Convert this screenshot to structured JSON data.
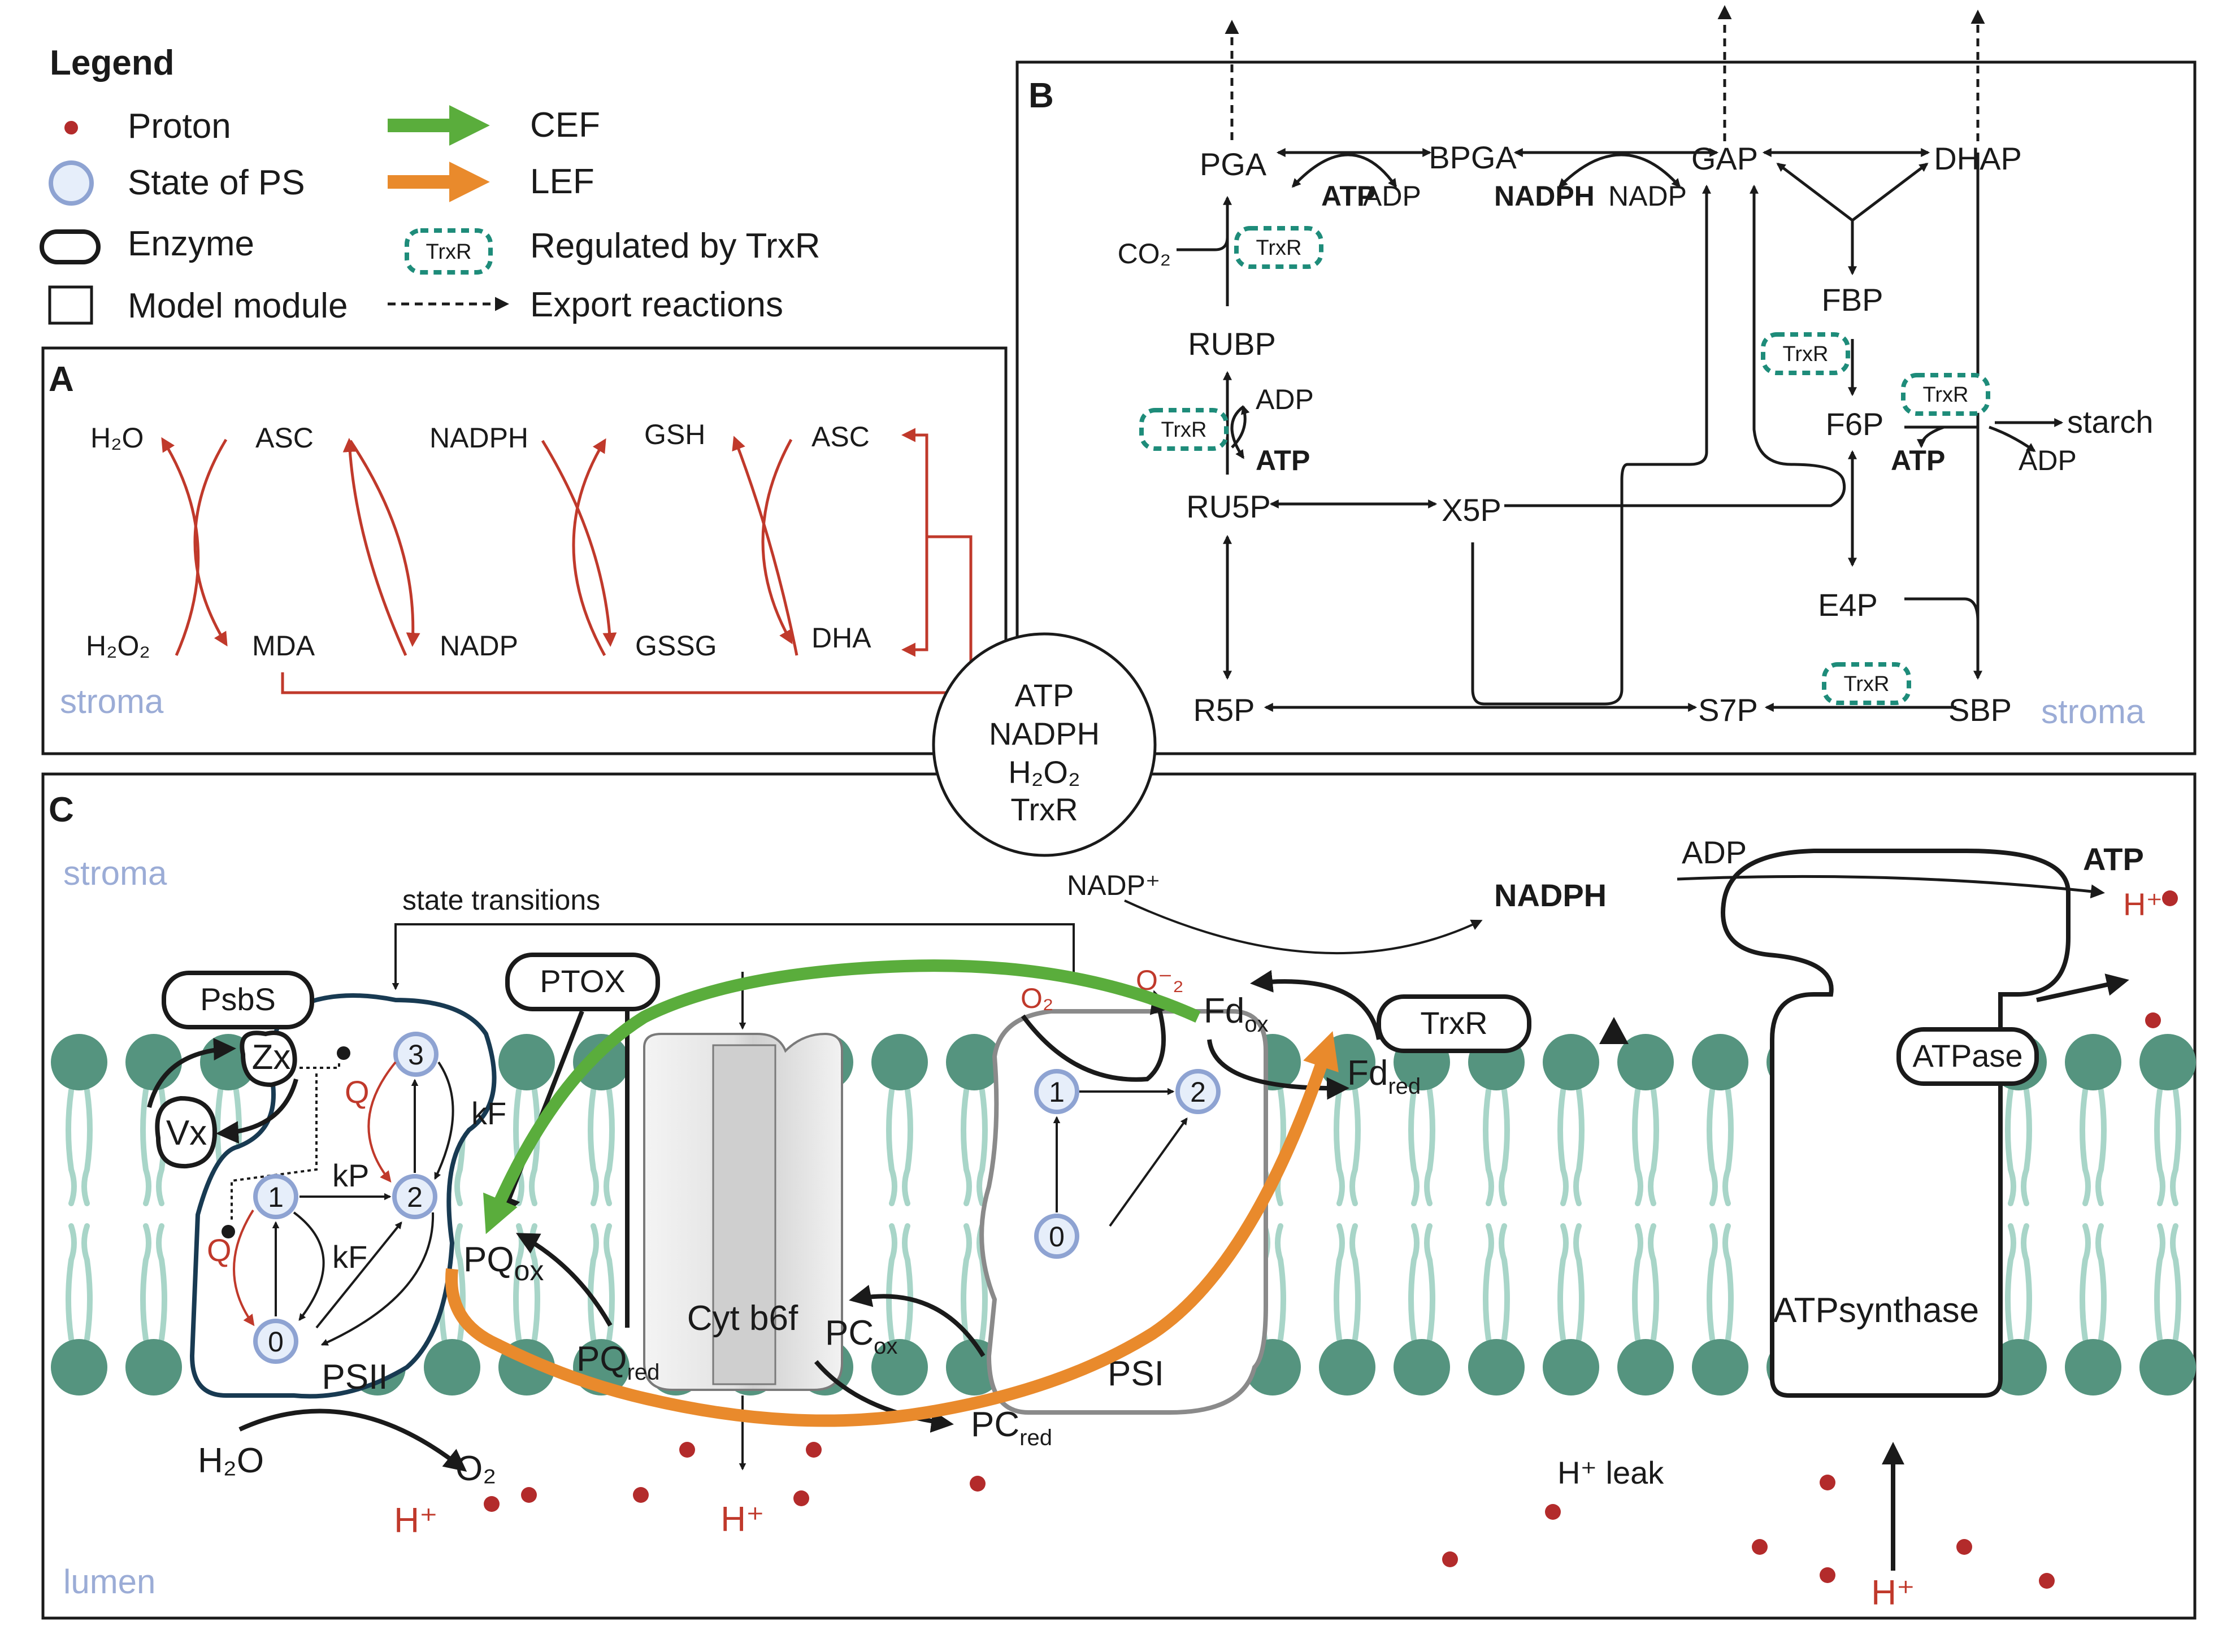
{
  "legend": {
    "title": "Legend",
    "items": [
      {
        "key": "proton",
        "label": "Proton"
      },
      {
        "key": "state",
        "label": "State of PS"
      },
      {
        "key": "enzyme",
        "label": "Enzyme"
      },
      {
        "key": "module",
        "label": "Model module"
      },
      {
        "key": "cef",
        "label": "CEF"
      },
      {
        "key": "lef",
        "label": "LEF"
      },
      {
        "key": "trxr",
        "label": "Regulated by TrxR",
        "badge": "TrxR"
      },
      {
        "key": "export",
        "label": "Export reactions"
      }
    ]
  },
  "colors": {
    "cef": "#5aad3c",
    "lef": "#e98a2c",
    "proton": "#b32b2b",
    "red_arrow": "#c0392b",
    "trxr": "#1e8c7a",
    "membrane_head": "#55947f",
    "membrane_tail": "#a8d5c8",
    "state_fill": "#e6eefa",
    "state_stroke": "#8ea3d2",
    "region_text": "#9bacd6",
    "psii_outline": "#183a52"
  },
  "shared_pool": [
    "ATP",
    "NADPH",
    "H₂O₂",
    "TrxR"
  ],
  "panel_a": {
    "letter": "A",
    "region": "stroma",
    "pairs": [
      {
        "top_left": "H₂O",
        "top_right": "ASC",
        "bottom_left": "H₂O₂",
        "bottom_right": "MDA"
      },
      {
        "top_left": "",
        "top_right": "NADPH",
        "bottom_left": "",
        "bottom_right": "NADP"
      },
      {
        "top_left": "",
        "top_right": "GSH",
        "bottom_left": "",
        "bottom_right": "GSSG"
      },
      {
        "top_left": "",
        "top_right": "ASC",
        "bottom_left": "",
        "bottom_right": "DHA"
      }
    ]
  },
  "panel_b": {
    "letter": "B",
    "region": "stroma",
    "metabolites": {
      "pga": "PGA",
      "bpga": "BPGA",
      "gap": "GAP",
      "dhap": "DHAP",
      "co2": "CO₂",
      "rubp": "RUBP",
      "ru5p": "RU5P",
      "x5p": "X5P",
      "r5p": "R5P",
      "s7p": "S7P",
      "sbp": "SBP",
      "fbp": "FBP",
      "f6p": "F6P",
      "e4p": "E4P",
      "starch": "starch"
    },
    "cofactors": {
      "atp1": "ATP",
      "adp1": "ADP",
      "nadph": "NADPH",
      "nadp": "NADP",
      "adp_rubp": "ADP",
      "atp_rubp": "ATP",
      "atp_f6p": "ATP",
      "adp_f6p": "ADP"
    },
    "trxr_badge": "TrxR"
  },
  "panel_c": {
    "letter": "C",
    "region_top": "stroma",
    "region_bottom": "lumen",
    "labels": {
      "state_transitions": "state transitions",
      "psbs": "PsbS",
      "ptox": "PTOX",
      "trxr": "TrxR",
      "atpase": "ATPase",
      "zx": "Zx",
      "vx": "Vx",
      "psii": "PSII",
      "psi": "PSI",
      "cytb6f": "Cyt b6f",
      "atpsynthase": "ATPsynthase",
      "pq_ox": "PQ",
      "pq_ox_sub": "ox",
      "pq_red": "PQ",
      "pq_red_sub": "red",
      "pc_ox": "PC",
      "pc_ox_sub": "ox",
      "pc_red": "PC",
      "pc_red_sub": "red",
      "fd_ox": "Fd",
      "fd_ox_sub": "ox",
      "fd_red": "Fd",
      "fd_red_sub": "red",
      "nadp_plus": "NADP⁺",
      "nadph": "NADPH",
      "adp": "ADP",
      "atp": "ATP",
      "o2_psi": "O₂",
      "o2_minus": "O⁻₂",
      "h2o": "H₂O",
      "o2_out": "O₂",
      "h_lumen1": "H⁺",
      "h_lumen2": "H⁺",
      "h_stroma": "H⁺",
      "h_leak": "H⁺ leak",
      "h_synthase": "H⁺",
      "q_top": "Q",
      "q_left": "Q",
      "kp": "kP",
      "kf_top": "kF",
      "kf_bottom": "kF"
    },
    "psii_states": [
      "0",
      "1",
      "2",
      "3"
    ],
    "psi_states": [
      "0",
      "1",
      "2"
    ]
  }
}
